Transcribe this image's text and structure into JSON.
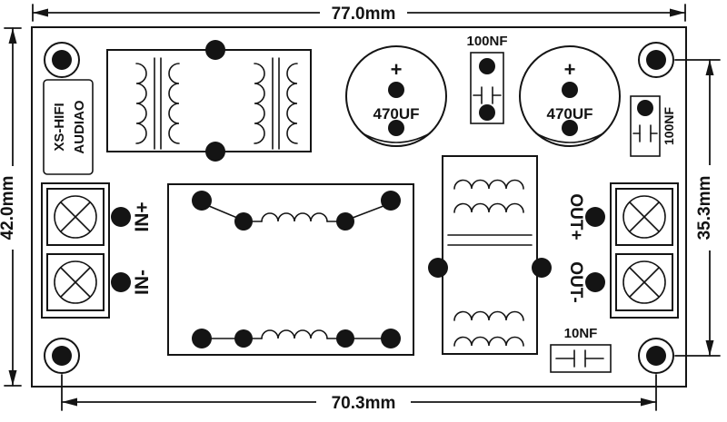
{
  "dims": {
    "top": "77.0mm",
    "left": "42.0mm",
    "bottom": "70.3mm",
    "right": "35.3mm"
  },
  "brand": {
    "line1": "XS-HIFI",
    "line2": "AUDIAO"
  },
  "parts": {
    "cap1_polarity": "+",
    "cap1_value": "470UF",
    "cap2_polarity": "+",
    "cap2_value": "470UF",
    "c100nf_top": "100NF",
    "c100nf_right": "100NF",
    "c10nf": "10NF"
  },
  "terminals": {
    "in_plus": "IN+",
    "in_minus": "IN-",
    "out_plus": "OUT+",
    "out_minus": "OUT-"
  }
}
